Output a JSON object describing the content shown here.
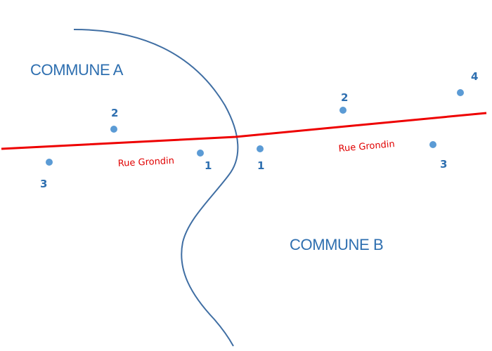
{
  "colors": {
    "boundary": "#3f6ea3",
    "street": "#ee0000",
    "label": "#2e6fb0",
    "point": "#5b9bd5",
    "street_label": "#e00000",
    "background": "#ffffff"
  },
  "communes": {
    "a": {
      "name": "COMMUNE A"
    },
    "b": {
      "name": "COMMUNE B"
    }
  },
  "street": {
    "name_left": "Rue Grondin",
    "name_right": "Rue Grondin"
  },
  "addresses": {
    "commune_a": [
      {
        "number": "1"
      },
      {
        "number": "2"
      },
      {
        "number": "3"
      }
    ],
    "commune_b": [
      {
        "number": "1"
      },
      {
        "number": "2"
      },
      {
        "number": "3"
      },
      {
        "number": "4"
      }
    ]
  }
}
